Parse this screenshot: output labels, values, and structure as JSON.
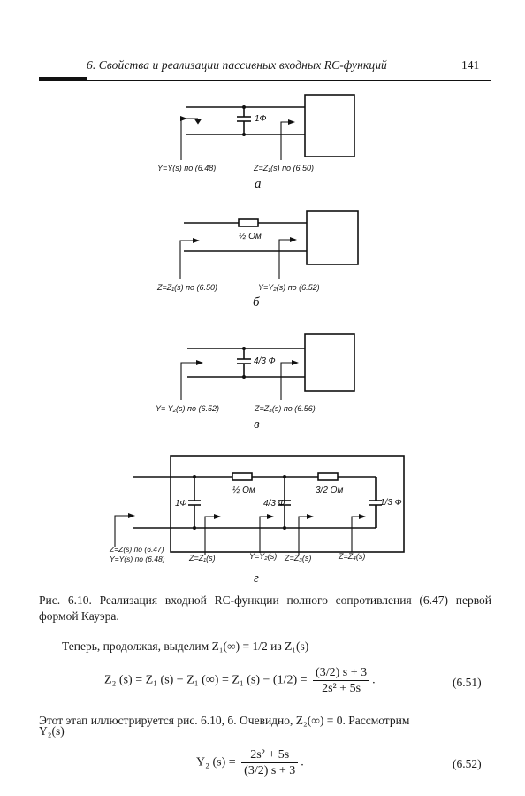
{
  "header": {
    "title": "6. Свойства и реализации пассивных входных RC-функций",
    "page_number": "141"
  },
  "figure": {
    "a": {
      "cap": "1Ф",
      "left_label": "Y=Y(s) по (6.48)",
      "right_label": "Z=Z₁(s) по (6.50)",
      "letter": "а"
    },
    "b": {
      "res": "½ Ом",
      "left_label": "Z=Z₁(s) по (6.50)",
      "right_label": "Y=Y₂(s) по (6.52)",
      "letter": "б"
    },
    "v": {
      "cap": "4/3 Ф",
      "left_label": "Y= Y₂(s) по (6.52)",
      "right_label": "Z=Z₃(s) по (6.56)",
      "letter": "в"
    },
    "g": {
      "c1": "1Ф",
      "r1": "½ Ом",
      "c2": "4/3 Ф",
      "r2": "3/2 Ом",
      "c3": "1/3 Ф",
      "label_z": "Z=Z(s) по (6.47)",
      "label_y": "Y=Y(s) по (6.48)",
      "l1": "Z=Z₁(s)",
      "l2": "Y=Y₂(s)",
      "l3": "Z=Z₃(s)",
      "l4": "Z=Z₄(s)",
      "letter": "г"
    }
  },
  "caption": "Рис. 6.10. Реализация входной RC-функции полного сопротивления (6.47) первой формой Кауэра.",
  "para1": "Теперь, продолжая, выделим Z₁(∞) = 1/2 из Z₁(s)",
  "eq651": {
    "lhs": "Z₂ (s) = Z₁ (s) − Z₁ (∞) = Z₁ (s) − (1/2) =",
    "num": "(3/2) s + 3",
    "den": "2s² + 5s",
    "tail": ".",
    "no": "(6.51)"
  },
  "para2": "Этот этап иллюстрируется рис. 6.10, б. Очевидно, Z₂(∞) = 0. Рассмотрим",
  "para2b": "Y₂(s)",
  "eq652": {
    "lhs": "Y₂ (s) =",
    "num": "2s² + 5s",
    "den": "(3/2) s + 3",
    "tail": ".",
    "no": "(6.52)"
  }
}
